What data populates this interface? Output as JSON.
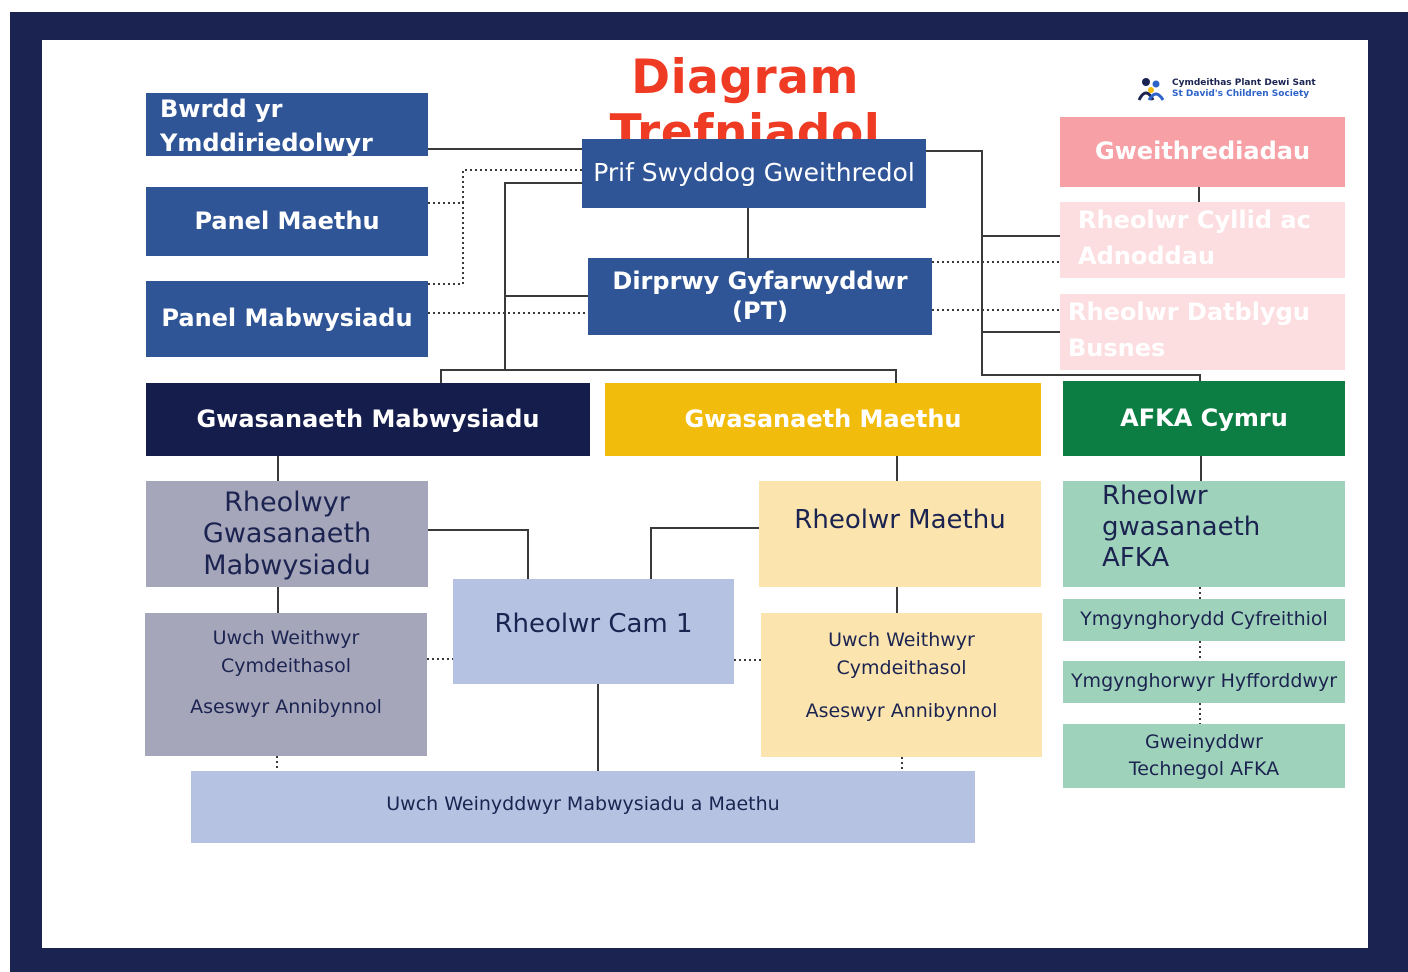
{
  "title": "Diagram Trefniadol",
  "logo": {
    "line1": "Cymdeithas Plant Dewi Sant",
    "line2": "St David's Children Society"
  },
  "left_boxes": {
    "board": {
      "line1": "Bwrdd yr",
      "line2": "Ymddiriedolwyr"
    },
    "fostering_panel": "Panel Maethu",
    "adoption_panel": "Panel Mabwysiadu"
  },
  "center": {
    "ceo": "Prif Swyddog Gweithredol",
    "deputy": "Dirprwy Gyfarwyddwr (PT)"
  },
  "right_boxes": {
    "operations": "Gweithrediadau",
    "finance_manager": {
      "line1": "Rheolwr Cyllid ac",
      "line2": "Adnoddau"
    },
    "business_manager": {
      "line1": "Rheolwr Datblygu",
      "line2": "Busnes"
    }
  },
  "services": {
    "adoption": "Gwasanaeth Mabwysiadu",
    "fostering": "Gwasanaeth Maethu",
    "afka": "AFKA Cymru"
  },
  "adoption_column": {
    "managers": {
      "line1": "Rheolwyr",
      "line2": "Gwasanaeth",
      "line3": "Mabwysiadu"
    },
    "senior_sw": "Uwch Weithwyr Cymdeithasol",
    "assessors": "Aseswyr Annibynnol"
  },
  "middle": {
    "step1_manager": "Rheolwr Cam 1",
    "senior_admin": "Uwch Weinyddwyr Mabwysiadu a Maethu"
  },
  "fostering_column": {
    "manager": "Rheolwr Maethu",
    "senior_sw": "Uwch Weithwyr Cymdeithasol",
    "assessors": "Aseswyr Annibynnol"
  },
  "afka_column": {
    "manager": {
      "line1": "Rheolwr",
      "line2": "gwasanaeth",
      "line3": "AFKA"
    },
    "legal_advisor": "Ymgynghorydd Cyfreithiol",
    "training_advisors": "Ymgynghorwyr Hyfforddwyr",
    "tech_admin": {
      "line1": "Gweinyddwr",
      "line2": "Technegol AFKA"
    }
  },
  "colors": {
    "frame": "#1b2350",
    "title_red": "#ef3b24",
    "blue_box": "#2f5597",
    "navy_box": "#151d4c",
    "yellow_box": "#f2bc0c",
    "green_box": "#0c7d43",
    "pink_box": "#f7a0a6",
    "light_pink": "#fcdde0",
    "gray_purple": "#a6a6bb",
    "periwinkle": "#b6c2e2",
    "cream": "#fbe4ae",
    "mint": "#9fd2ba"
  }
}
